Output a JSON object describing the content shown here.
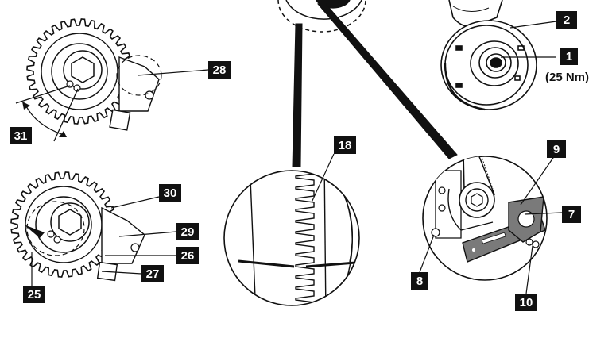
{
  "callouts": {
    "c1": "1",
    "c2": "2",
    "c7": "7",
    "c8": "8",
    "c9": "9",
    "c10": "10",
    "c18": "18",
    "c25": "25",
    "c26": "26",
    "c27": "27",
    "c28": "28",
    "c29": "29",
    "c30": "30",
    "c31": "31"
  },
  "torque_note": "(25 Nm)",
  "colors": {
    "line": "#111111",
    "callout_bg": "#111111",
    "callout_text": "#ffffff",
    "plate_fill": "#7a7a7a",
    "background": "#ffffff"
  }
}
